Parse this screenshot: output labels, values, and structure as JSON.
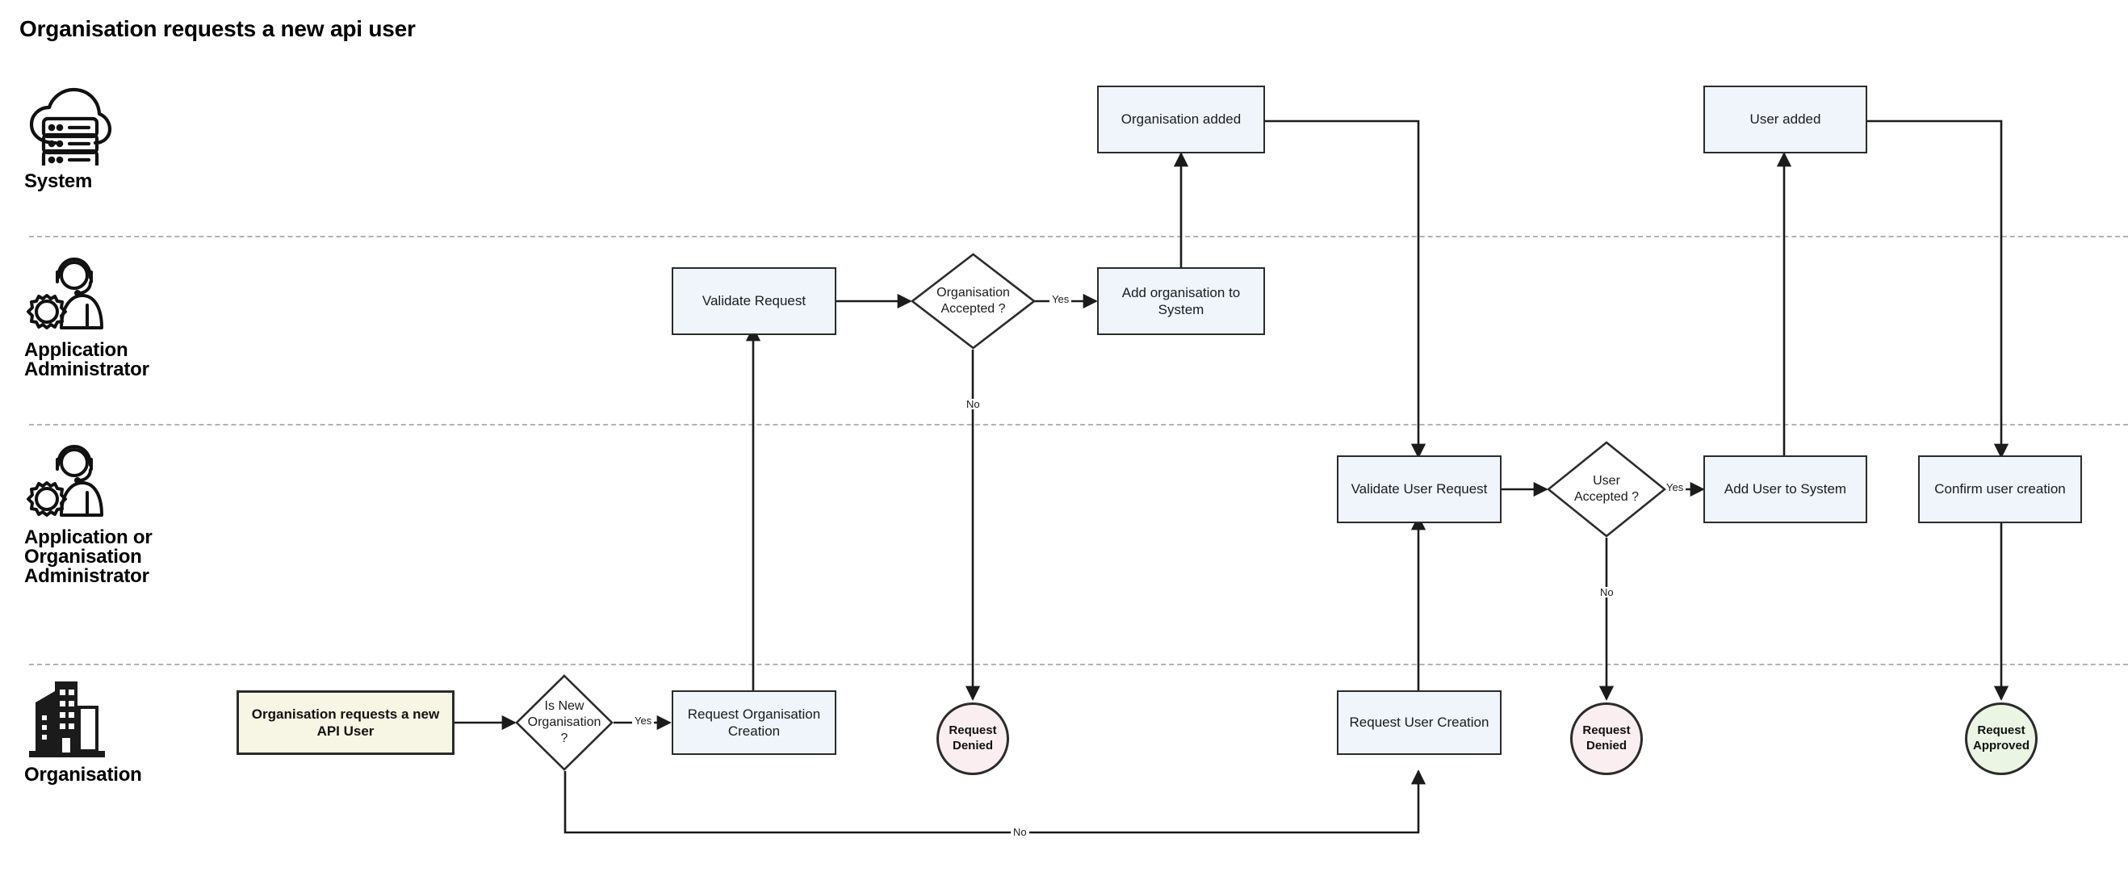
{
  "title": "Organisation requests a new api user",
  "colors": {
    "process_fill": "#eff5fb",
    "start_fill": "#f7f6e4",
    "denied_fill": "#fbeef0",
    "approved_fill": "#eaf5e4",
    "stroke": "#2b2b2b",
    "lane_divider": "#b3b3b3",
    "background": "#ffffff"
  },
  "lanes": [
    {
      "id": "system",
      "label_lines": [
        "System"
      ],
      "icon": "cloud-server-icon"
    },
    {
      "id": "application-administrator",
      "label_lines": [
        "Application",
        "Administrator"
      ],
      "icon": "support-agent-gear-icon"
    },
    {
      "id": "application-or-organisation-administrator",
      "label_lines": [
        "Application or",
        "Organisation",
        "Administrator"
      ],
      "icon": "support-agent-gear-icon"
    },
    {
      "id": "organisation",
      "label_lines": [
        "Organisation"
      ],
      "icon": "office-building-icon"
    }
  ],
  "nodes": [
    {
      "id": "organisation-added",
      "type": "process",
      "label": "Organisation added",
      "lane": "system"
    },
    {
      "id": "user-added",
      "type": "process",
      "label": "User added",
      "lane": "system"
    },
    {
      "id": "validate-request",
      "type": "process",
      "label": "Validate Request",
      "lane": "application-administrator"
    },
    {
      "id": "organisation-accepted",
      "type": "decision",
      "label": "Organisation\nAccepted ?",
      "lane": "application-administrator"
    },
    {
      "id": "add-organisation-to-system",
      "type": "process",
      "label": "Add organisation to System",
      "lane": "application-administrator"
    },
    {
      "id": "validate-user-request",
      "type": "process",
      "label": "Validate User Request",
      "lane": "application-or-organisation-administrator"
    },
    {
      "id": "user-accepted",
      "type": "decision",
      "label": "User\nAccepted ?",
      "lane": "application-or-organisation-administrator"
    },
    {
      "id": "add-user-to-system",
      "type": "process",
      "label": "Add User to System",
      "lane": "application-or-organisation-administrator"
    },
    {
      "id": "confirm-user-creation",
      "type": "process",
      "label": "Confirm user creation",
      "lane": "application-or-organisation-administrator"
    },
    {
      "id": "start-request",
      "type": "start",
      "label": "Organisation requests a new API User",
      "lane": "organisation"
    },
    {
      "id": "is-new-organisation",
      "type": "decision",
      "label": "Is New\nOrganisation\n?",
      "lane": "organisation"
    },
    {
      "id": "request-organisation-creation",
      "type": "process",
      "label": "Request Organisation Creation",
      "lane": "organisation"
    },
    {
      "id": "request-denied-org",
      "type": "end",
      "label": "Request\nDenied",
      "lane": "organisation",
      "state": "denied"
    },
    {
      "id": "request-user-creation",
      "type": "process",
      "label": "Request User Creation",
      "lane": "organisation"
    },
    {
      "id": "request-denied-user",
      "type": "end",
      "label": "Request\nDenied",
      "lane": "organisation",
      "state": "denied"
    },
    {
      "id": "request-approved",
      "type": "end",
      "label": "Request\nApproved",
      "lane": "organisation",
      "state": "approved"
    }
  ],
  "edges": [
    {
      "from": "start-request",
      "to": "is-new-organisation",
      "label": ""
    },
    {
      "from": "is-new-organisation",
      "to": "request-organisation-creation",
      "label": "Yes"
    },
    {
      "from": "is-new-organisation",
      "to": "request-user-creation",
      "label": "No"
    },
    {
      "from": "request-organisation-creation",
      "to": "validate-request",
      "label": ""
    },
    {
      "from": "validate-request",
      "to": "organisation-accepted",
      "label": ""
    },
    {
      "from": "organisation-accepted",
      "to": "add-organisation-to-system",
      "label": "Yes"
    },
    {
      "from": "organisation-accepted",
      "to": "request-denied-org",
      "label": "No"
    },
    {
      "from": "add-organisation-to-system",
      "to": "organisation-added",
      "label": ""
    },
    {
      "from": "organisation-added",
      "to": "validate-user-request",
      "label": ""
    },
    {
      "from": "request-user-creation",
      "to": "validate-user-request",
      "label": ""
    },
    {
      "from": "validate-user-request",
      "to": "user-accepted",
      "label": ""
    },
    {
      "from": "user-accepted",
      "to": "add-user-to-system",
      "label": "Yes"
    },
    {
      "from": "user-accepted",
      "to": "request-denied-user",
      "label": "No"
    },
    {
      "from": "add-user-to-system",
      "to": "user-added",
      "label": ""
    },
    {
      "from": "user-added",
      "to": "confirm-user-creation",
      "label": ""
    },
    {
      "from": "confirm-user-creation",
      "to": "request-approved",
      "label": ""
    }
  ],
  "edge_labels": {
    "is_new_org_yes": "Yes",
    "is_new_org_no": "No",
    "org_accepted_yes": "Yes",
    "org_accepted_no": "No",
    "user_accepted_yes": "Yes",
    "user_accepted_no": "No"
  },
  "node_text": {
    "organisation_added": "Organisation added",
    "user_added": "User added",
    "validate_request": "Validate Request",
    "org_accepted_l1": "Organisation",
    "org_accepted_l2": "Accepted ?",
    "add_organisation_to_system": "Add organisation to System",
    "validate_user_request": "Validate User Request",
    "user_accepted_l1": "User",
    "user_accepted_l2": "Accepted ?",
    "add_user_to_system": "Add User to System",
    "confirm_user_creation": "Confirm user creation",
    "start_request": "Organisation requests a new API User",
    "is_new_org_l1": "Is New",
    "is_new_org_l2": "Organisation",
    "is_new_org_l3": "?",
    "request_organisation_creation_l1": "Request Organisation",
    "request_organisation_creation_l2": "Creation",
    "request_denied_l1": "Request",
    "request_denied_l2": "Denied",
    "request_user_creation": "Request User Creation",
    "request_approved_l1": "Request",
    "request_approved_l2": "Approved"
  },
  "lane_text": {
    "system": "System",
    "app_admin_l1": "Application",
    "app_admin_l2": "Administrator",
    "app_org_admin_l1": "Application or",
    "app_org_admin_l2": "Organisation",
    "app_org_admin_l3": "Administrator",
    "organisation": "Organisation"
  }
}
